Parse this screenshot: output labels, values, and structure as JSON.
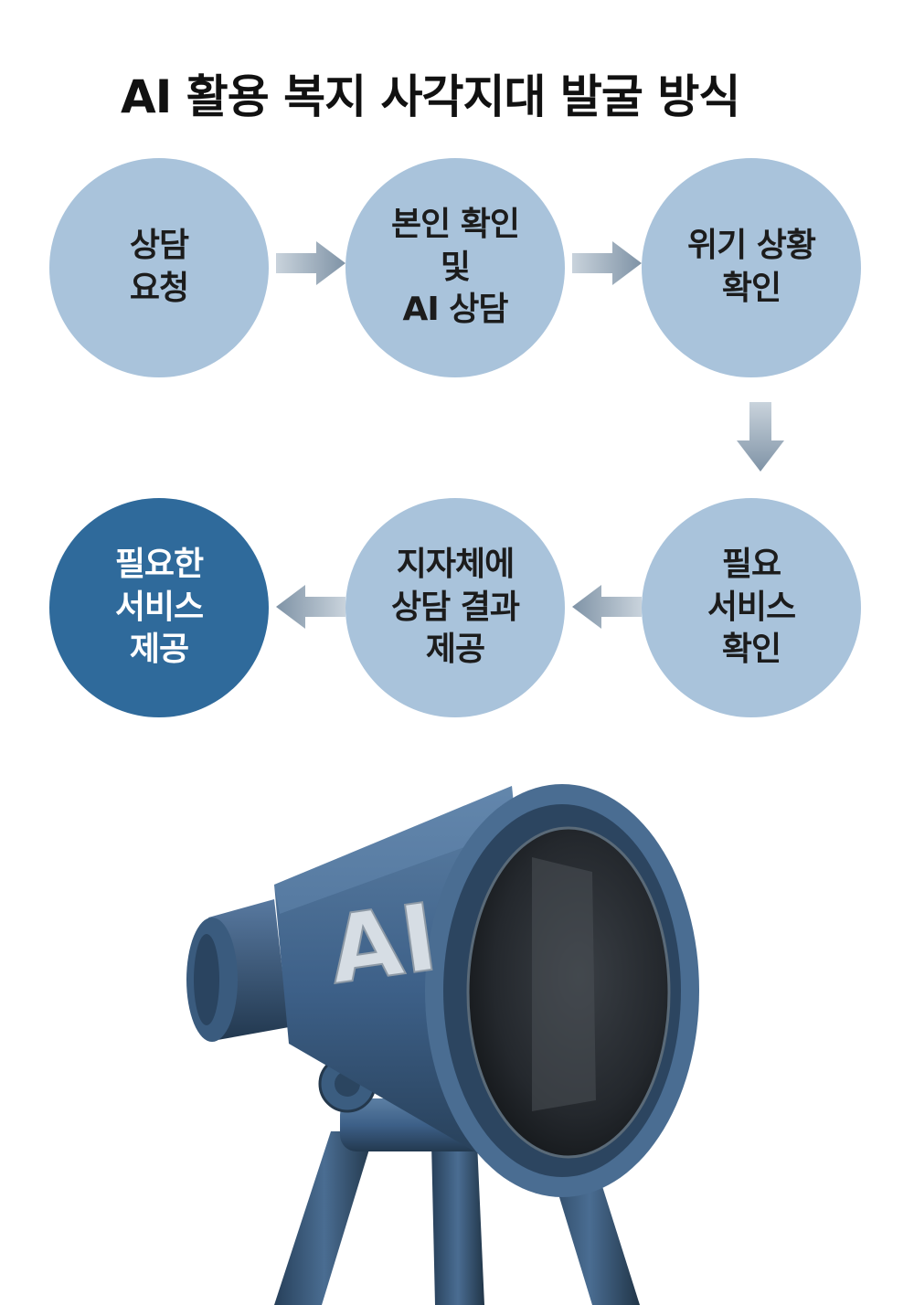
{
  "title": "AI 활용 복지 사각지대 발굴 방식",
  "colors": {
    "step": "#a9c3db",
    "final_step": "#2f6a9b",
    "arrow": "#8c9eb0",
    "scope": "#3b5d80"
  },
  "steps": [
    {
      "lines": [
        "상담",
        "요청"
      ]
    },
    {
      "lines": [
        "본인 확인",
        "및",
        "AI 상담"
      ]
    },
    {
      "lines": [
        "위기 상황",
        "확인"
      ]
    },
    {
      "lines": [
        "필요",
        "서비스",
        "확인"
      ]
    },
    {
      "lines": [
        "지자체에",
        "상담 결과",
        "제공"
      ]
    },
    {
      "lines": [
        "필요한",
        "서비스",
        "제공"
      ]
    }
  ],
  "illustration": {
    "subject": "telescope-on-tripod",
    "label": "AI"
  }
}
